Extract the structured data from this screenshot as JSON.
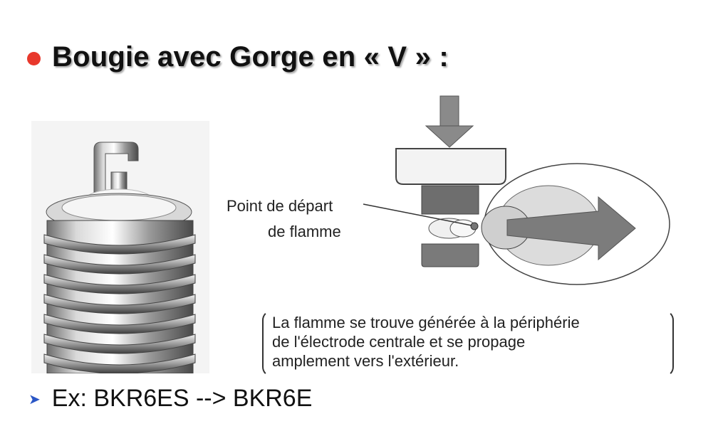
{
  "slide": {
    "title": "Bougie avec Gorge en « V » :",
    "label_line1": "Point de départ",
    "label_line2": "de flamme",
    "caption": [
      "La flamme se trouve générée à la périphérie",
      "de l'électrode centrale et se propage",
      "amplement vers l'extérieur."
    ],
    "example": "Ex: BKR6ES --> BKR6E"
  },
  "colors": {
    "bullet": "#e8382c",
    "arrow_bullet": "#2a56c6"
  },
  "icons": {
    "title_bullet": "red-dot-icon",
    "example_bullet": "triangle-right-icon"
  }
}
